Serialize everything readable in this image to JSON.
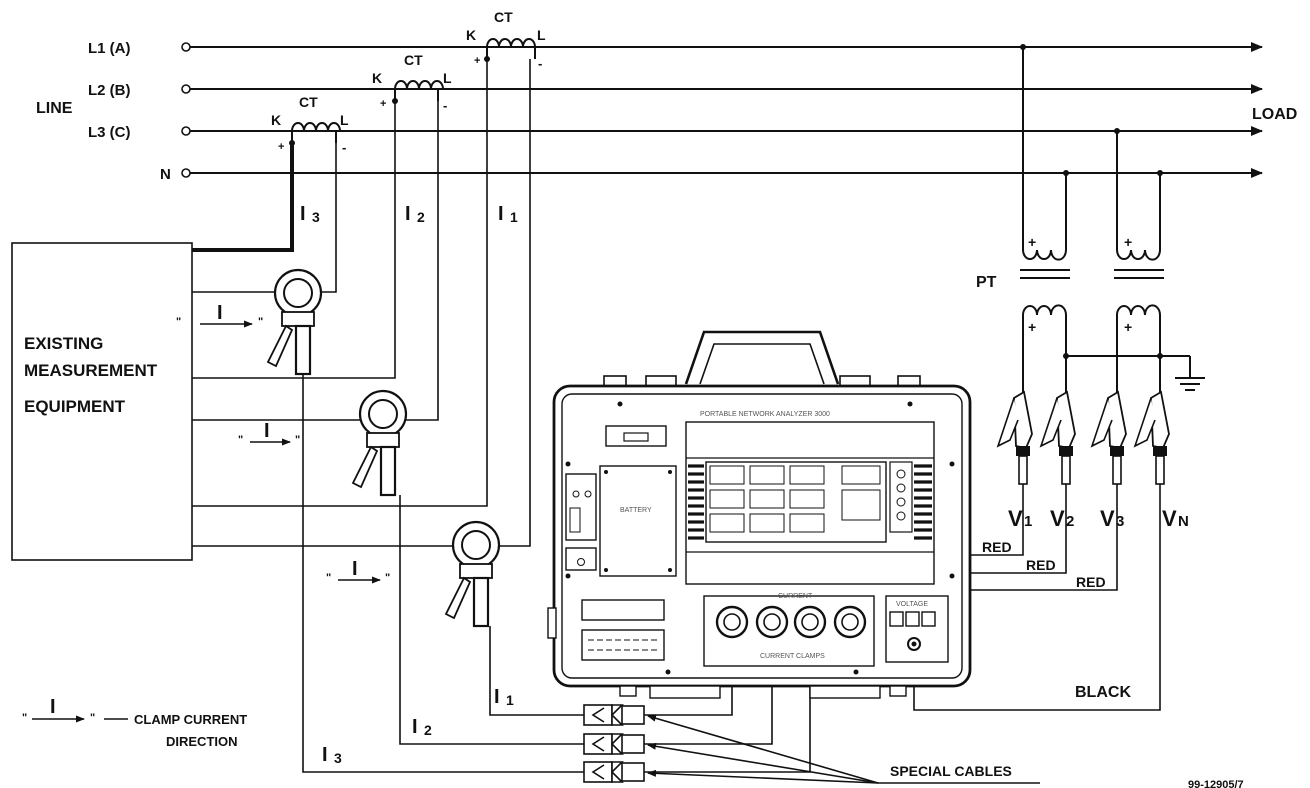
{
  "lines": [
    {
      "label": "L1 (A)"
    },
    {
      "label": "L2 (B)"
    },
    {
      "label": "L3 (C)"
    },
    {
      "label": "N"
    }
  ],
  "side_labels": {
    "line": "LINE",
    "load": "LOAD"
  },
  "ct": {
    "label": "CT",
    "k": "K",
    "l": "L",
    "plus": "+",
    "minus": "-"
  },
  "currents": {
    "i_glyph": "I",
    "sub1": "1",
    "sub2": "2",
    "sub3": "3"
  },
  "equipment": {
    "line1": "EXISTING",
    "line2": "MEASUREMENT",
    "line3": "EQUIPMENT"
  },
  "pt": {
    "label": "PT",
    "plus": "+"
  },
  "voltages": [
    {
      "v": "V",
      "sub": "1"
    },
    {
      "v": "V",
      "sub": "2"
    },
    {
      "v": "V",
      "sub": "3"
    },
    {
      "v": "V",
      "sub": "N"
    }
  ],
  "wire_colors": {
    "red": "RED",
    "black": "BLACK"
  },
  "legend": {
    "text1": "CLAMP CURRENT",
    "text2": "DIRECTION"
  },
  "cables_label": "SPECIAL CABLES",
  "drawing_number": "99-12905/7",
  "analyzer": {
    "title": "PORTABLE NETWORK ANALYZER 3000",
    "battery": "BATTERY",
    "current_panel": "CURRENT",
    "voltage_panel": "VOLTAGE",
    "current_sub": "CURRENT CLAMPS"
  }
}
